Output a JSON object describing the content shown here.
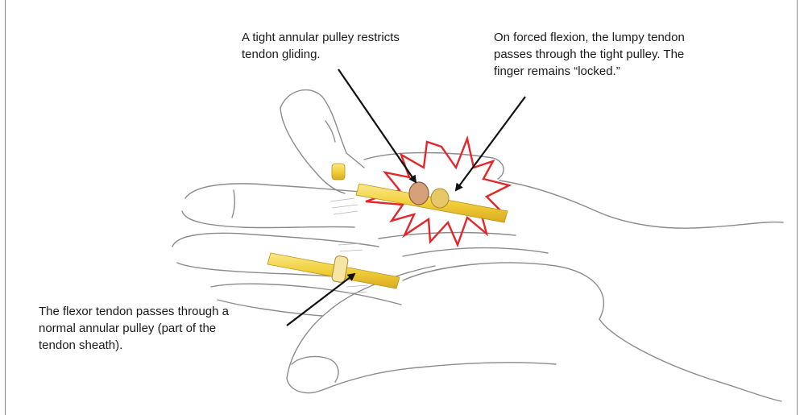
{
  "callouts": {
    "tight_pulley": "A tight annular pulley restricts\ntendon gliding.",
    "locked_finger": "On forced flexion, the lumpy tendon\npasses through the tight pulley. The\nfinger remains “locked.”",
    "normal_pulley": "The flexor tendon passes through a\nnormal annular pulley (part of the\ntendon sheath)."
  },
  "colors": {
    "tendon": "#f2d24a",
    "starburst": "#e3262a",
    "sketch": "#8c8c8c",
    "arrow": "#111111"
  }
}
